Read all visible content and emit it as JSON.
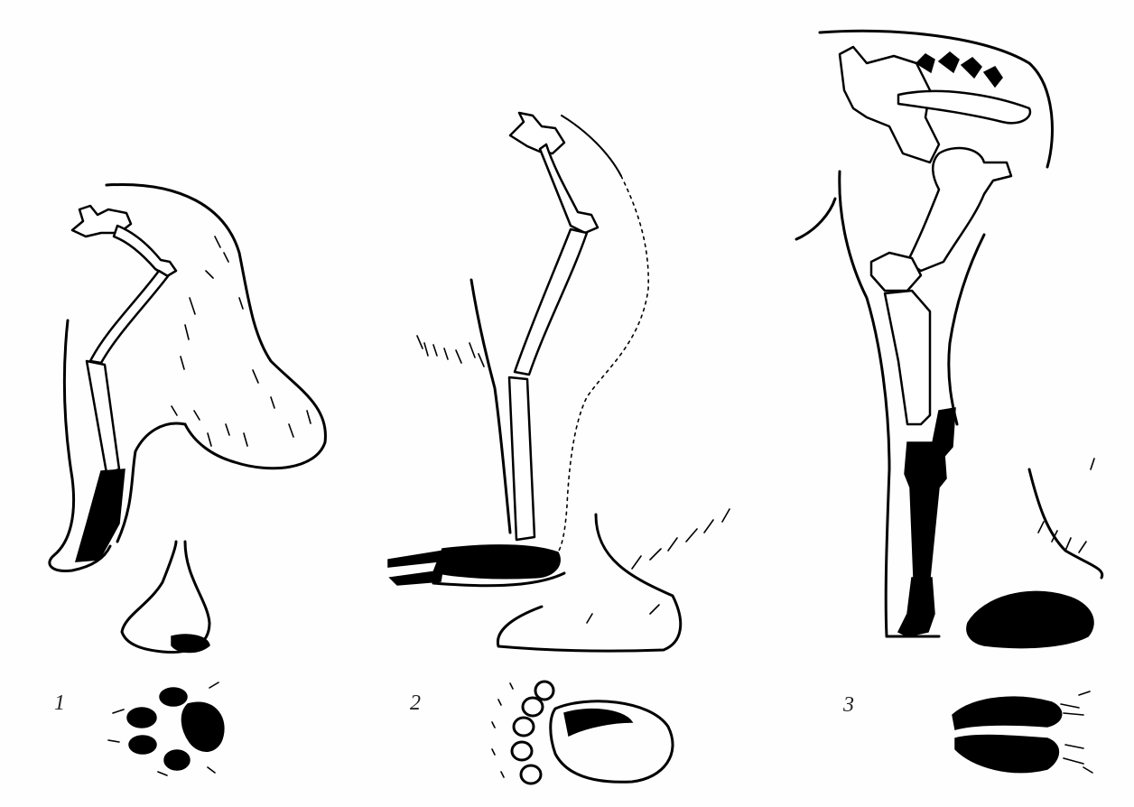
{
  "figures": [
    {
      "id": "1",
      "label": "1"
    },
    {
      "id": "2",
      "label": "2"
    },
    {
      "id": "3",
      "label": "3"
    }
  ],
  "colors": {
    "ink": "#000000",
    "paper": "#fefefe"
  }
}
